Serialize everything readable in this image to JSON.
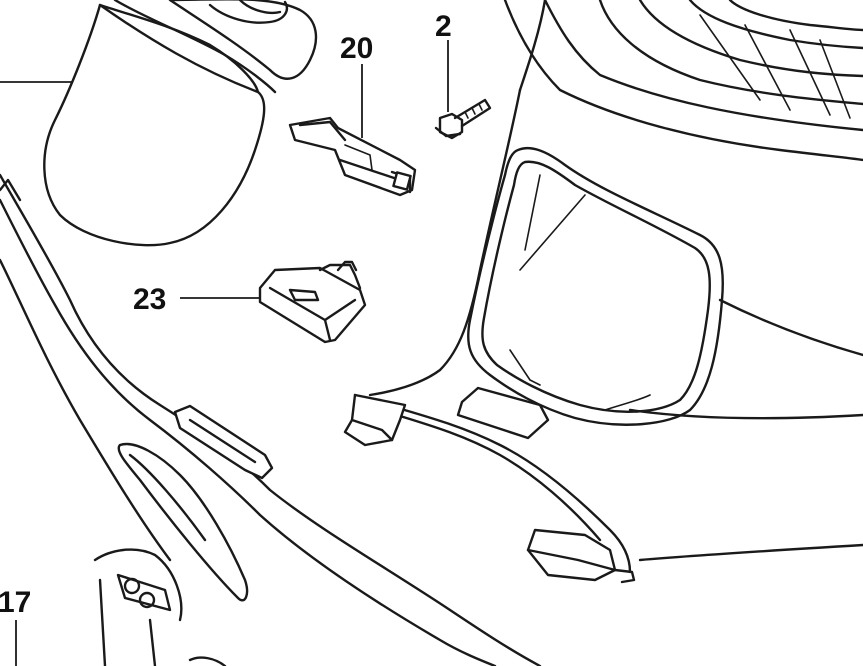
{
  "diagram": {
    "callouts": [
      {
        "id": "2",
        "label": "2"
      },
      {
        "id": "20",
        "label": "20"
      },
      {
        "id": "23",
        "label": "23"
      },
      {
        "id": "17",
        "label": "17"
      }
    ]
  }
}
